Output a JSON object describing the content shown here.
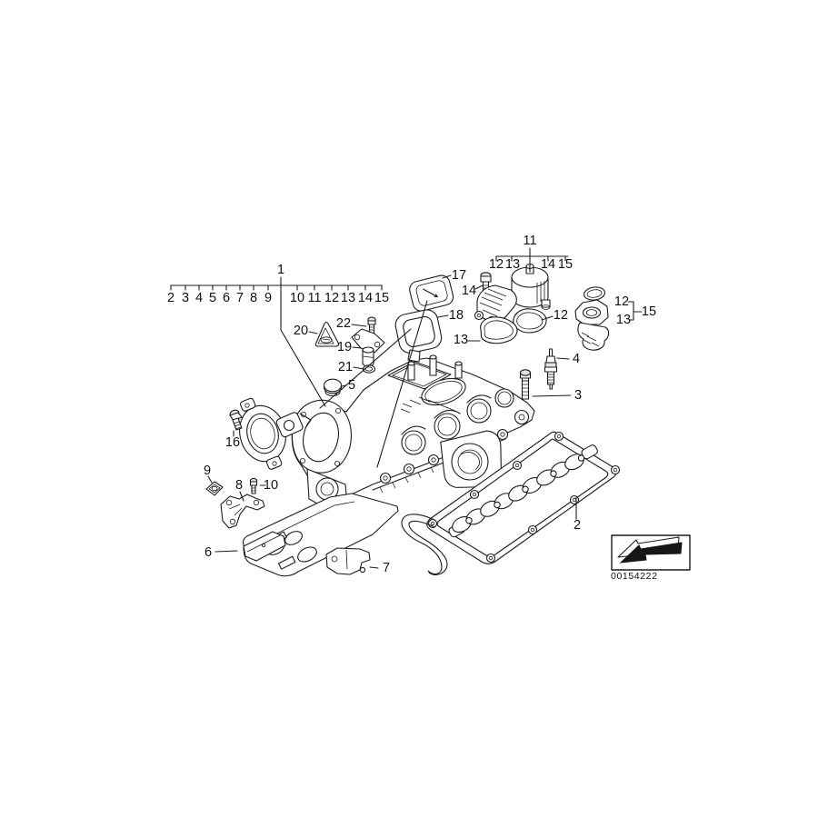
{
  "diagram": {
    "stamp_id": "00154222",
    "index_row": [
      "2",
      "3",
      "4",
      "5",
      "6",
      "7",
      "8",
      "9",
      "10",
      "11",
      "12",
      "13",
      "14",
      "15"
    ]
  },
  "callouts": {
    "main": "1",
    "gasket": "2",
    "bolt3": "3",
    "glow_plug": "4",
    "cap5": "5",
    "heat_shield": "6",
    "bracket7": "7",
    "bracket8": "8",
    "nut9": "9",
    "screw10": "10",
    "ccv": "11",
    "ccv12": "12",
    "ccv13": "13",
    "ccv14": "14",
    "ccv15": "15",
    "bolt14": "14",
    "cap17": "17",
    "gasket18": "18",
    "gasket13": "13",
    "gasket12": "12",
    "oring12r": "12",
    "connector13r": "13",
    "group15r": "15",
    "screw16": "16",
    "sensor19": "19",
    "label20": "20",
    "oring21": "21",
    "screw22": "22"
  }
}
